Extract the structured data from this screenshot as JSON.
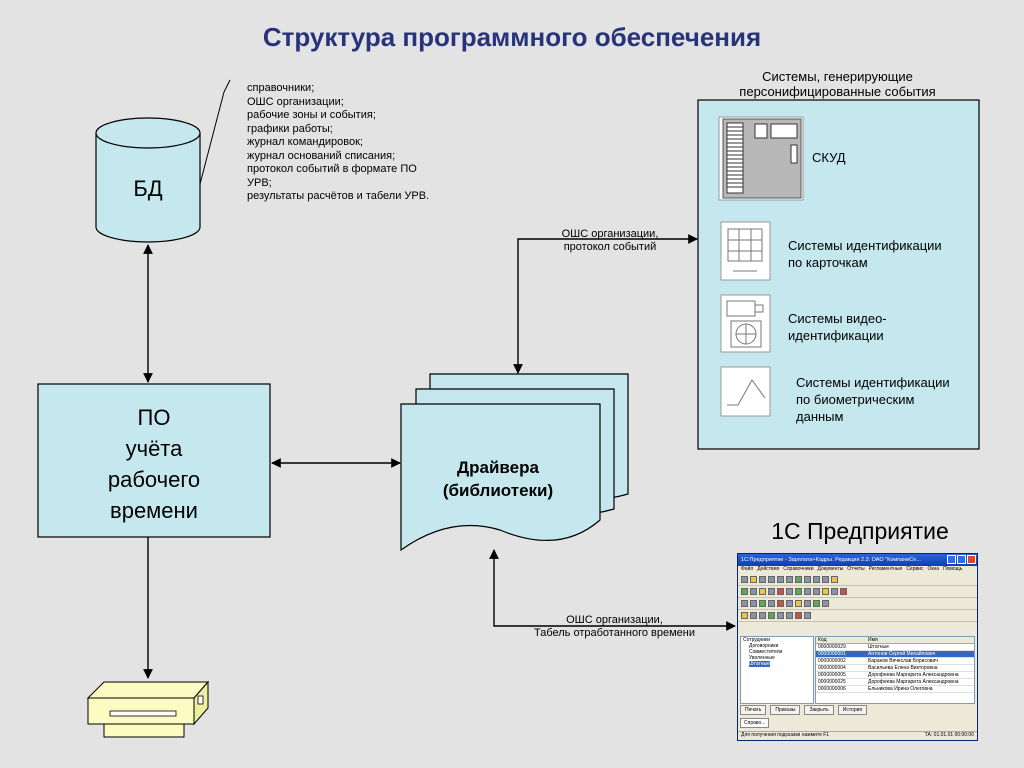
{
  "title": "Структура программного обеспечения",
  "db": {
    "label": "БД",
    "notes": [
      "справочники;",
      "ОШС организации;",
      "рабочие зоны и события;",
      "графики работы;",
      "журнал командировок;",
      "журнал оснований списания;",
      "протокол событий в формате ПО",
      "УРВ;",
      "результаты расчётов и табели УРВ."
    ]
  },
  "po": {
    "lines": [
      "ПО",
      "учёта",
      "рабочего",
      "времени"
    ]
  },
  "drivers": {
    "lines": [
      "Драйвера",
      "(библиотеки)"
    ]
  },
  "connector_top": {
    "lines": [
      "ОШС организации,",
      "протокол событий"
    ]
  },
  "connector_bottom": {
    "lines": [
      "ОШС организации,",
      "Табель отработанного времени"
    ]
  },
  "systems": {
    "title_lines": [
      "Системы, генерирующие",
      "персонифицированные события"
    ],
    "items": [
      {
        "icon": "access-control-panel-icon",
        "lines": [
          "СКУД"
        ]
      },
      {
        "icon": "card-reader-icon",
        "lines": [
          "Системы идентификации",
          "по карточкам"
        ]
      },
      {
        "icon": "video-camera-icon",
        "lines": [
          "Системы видео-",
          "идентификации"
        ]
      },
      {
        "icon": "biometric-signal-icon",
        "lines": [
          "Системы идентификации",
          "по биометрическим",
          "данным"
        ]
      }
    ]
  },
  "enterprise": {
    "title": "1С Предприятие",
    "window": {
      "title": "1С:Предприятие - Зарплата+Кадры. Редакция 2.3: ОАО \"КомпаниСе...",
      "menu": [
        "Файл",
        "Действия",
        "Справочники",
        "Документы",
        "Отчеты",
        "Регламентные",
        "Сервис",
        "Окна",
        "Помощь"
      ],
      "tree": [
        "Сотрудники",
        "Договорники",
        "Совместители",
        "Уволенные",
        "Штатные"
      ],
      "columns": [
        "Код",
        "Имя"
      ],
      "rows": [
        {
          "code": "0000000029",
          "name": "Штатные"
        },
        {
          "code": "0000000001",
          "name": "Антонов Сергей Михайлович"
        },
        {
          "code": "0000000002",
          "name": "Баранов Вячеслав Борисович"
        },
        {
          "code": "0000000004",
          "name": "Васильева Елена Викторовна"
        },
        {
          "code": "0000000005",
          "name": "Дорофеева Маргарита Александровна"
        },
        {
          "code": "0000000025",
          "name": "Дорофеева Маргарита Александровна"
        },
        {
          "code": "0000000006",
          "name": "Ельникова Ирина Олеговна"
        }
      ],
      "buttons": [
        "Печать",
        "Приказы",
        "Закрыть",
        "История"
      ],
      "taskbar": "Справо...",
      "status_left": "Для получения подсказки нажмите F1",
      "status_right": "ТА: 01.01.01  00:00:00"
    }
  },
  "colors": {
    "box_fill": "#c5e8ee",
    "title": "#27337a",
    "background": "#e3e3e3",
    "printer": "#fbfbc2"
  }
}
